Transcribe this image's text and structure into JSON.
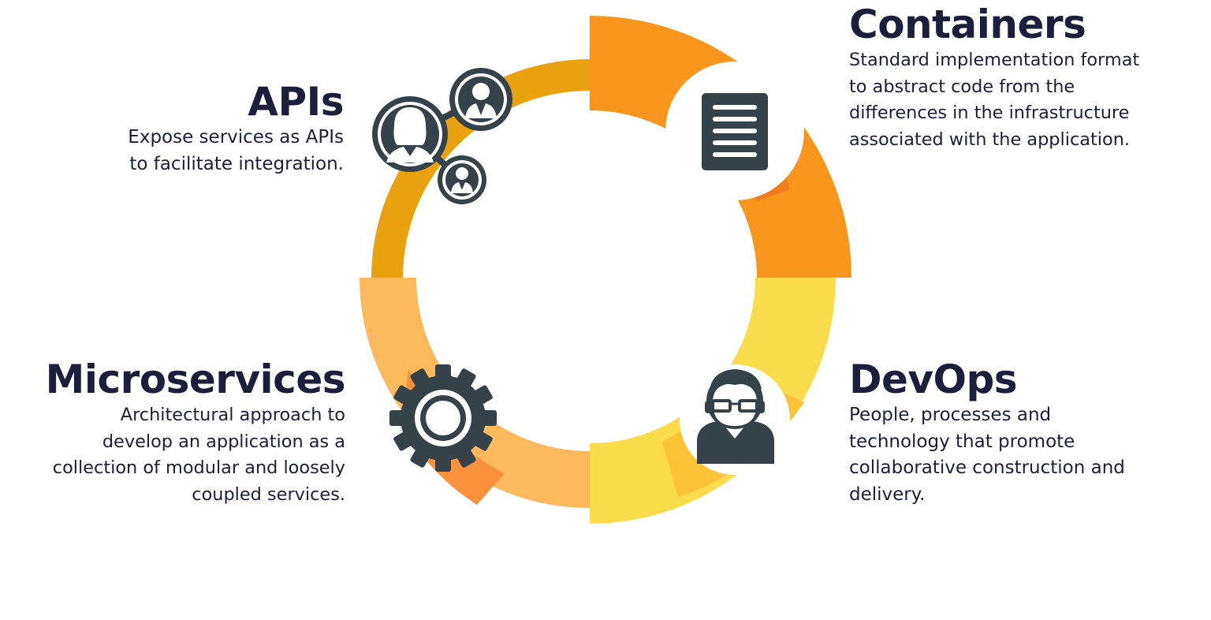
{
  "sections": {
    "apis": {
      "title": "APIs",
      "description": [
        "Expose services as APIs",
        "to facilitate integration."
      ],
      "icon": "people-network-icon"
    },
    "containers": {
      "title": "Containers",
      "description": [
        "Standard implementation format",
        "to abstract code from the",
        "differences in the infrastructure",
        "associated with the application."
      ],
      "icon": "document-icon"
    },
    "microservices": {
      "title": "Microservices",
      "description": [
        "Architectural approach to",
        "develop an application as a",
        "collection of modular and loosely",
        "coupled services."
      ],
      "icon": "gear-icon"
    },
    "devops": {
      "title": "DevOps",
      "description": [
        "People, processes and",
        "technology that promote",
        "collaborative construction and",
        "delivery."
      ],
      "icon": "developer-icon"
    }
  },
  "colors": {
    "apis_ring": "#e9a10f",
    "containers_ring": "#f7951c",
    "containers_accent": "#f27c1c",
    "devops_ring": "#fbdc4c",
    "devops_accent": "#fcc23a",
    "micro_ring": "#fcb95b",
    "micro_accent": "#f9923a",
    "icon_dark": "#36424a",
    "text": "#1b1f3b"
  }
}
